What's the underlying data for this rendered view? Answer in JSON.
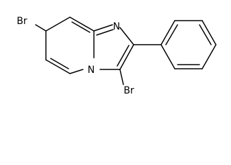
{
  "molecule": {
    "atom_labels": {
      "n_imidazole": "N",
      "n_bridgehead": "N",
      "br_pyridine": "Br",
      "br_imidazole": "Br"
    }
  }
}
